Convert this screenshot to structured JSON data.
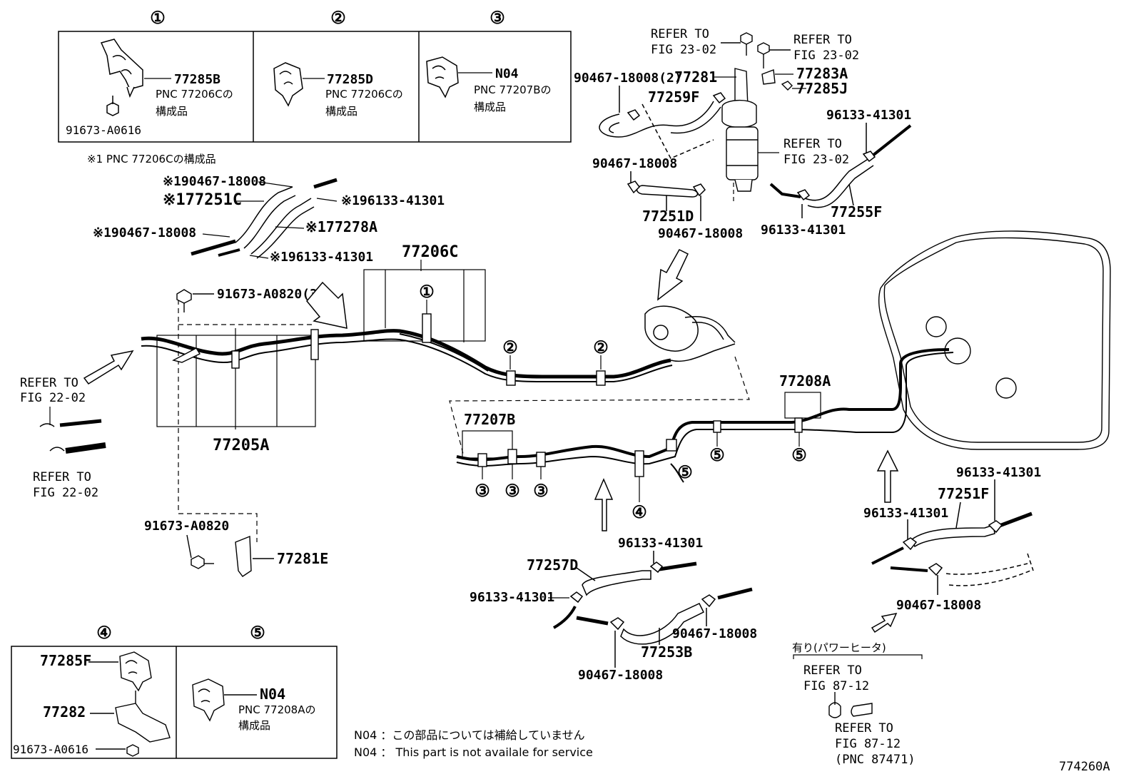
{
  "detail_boxes": {
    "d1": {
      "marker": "①",
      "part": "77285B",
      "sub1": "PNC 77206Cの",
      "sub2": "構成品",
      "bolt": "91673-A0616"
    },
    "d2": {
      "marker": "②",
      "part": "77285D",
      "sub1": "PNC 77206Cの",
      "sub2": "構成品"
    },
    "d3": {
      "marker": "③",
      "part": "N04",
      "sub1": "PNC 77207Bの",
      "sub2": "構成品"
    },
    "d4": {
      "marker": "④",
      "part_a": "77285F",
      "part_b": "77282",
      "bolt": "91673-A0616"
    },
    "d5": {
      "marker": "⑤",
      "part": "N04",
      "sub1": "PNC 77208Aの",
      "sub2": "構成品"
    }
  },
  "footnote": "※1 PNC 77206Cの構成品",
  "labels": {
    "l_90467_18008_star_top": "※190467-18008",
    "l_77251C": "※177251C",
    "l_96133_41301_star_top": "※196133-41301",
    "l_90467_18008_star_mid": "※190467-18008",
    "l_77278A": "※177278A",
    "l_96133_41301_star_bot": "※196133-41301",
    "l_77206C": "77206C",
    "l_91673_A0820_3": "91673-A0820(3)",
    "l_77205A": "77205A",
    "l_91673_A0820": "91673-A0820",
    "l_77281E": "77281E",
    "l_77207B": "77207B",
    "l_77208A": "77208A",
    "l_90467_18008_2": "90467-18008(2)",
    "l_77281": "77281",
    "l_77283A": "77283A",
    "l_77285J": "77285J",
    "l_77259F": "77259F",
    "l_90467_18008_a": "90467-18008",
    "l_77251D": "77251D",
    "l_90467_18008_b": "90467-18008",
    "l_96133_41301_a": "96133-41301",
    "l_77255F": "77255F",
    "l_96133_41301_b": "96133-41301",
    "l_96133_41301_c": "96133-41301",
    "l_77257D": "77257D",
    "l_96133_41301_d": "96133-41301",
    "l_90467_18008_c": "90467-18008",
    "l_77253B": "77253B",
    "l_90467_18008_d": "90467-18008",
    "l_96133_41301_e": "96133-41301",
    "l_77251F": "77251F",
    "l_96133_41301_f": "96133-41301",
    "l_90467_18008_e": "90467-18008",
    "l_power_heater": "有り(パワーヒータ)",
    "diagram_id": "774260A"
  },
  "refs": {
    "r1a": "REFER TO",
    "r1b": "FIG 23-02",
    "r2a": "REFER TO",
    "r2b": "FIG 23-02",
    "r3a": "REFER TO",
    "r3b": "FIG 23-02",
    "r4a": "REFER TO",
    "r4b": "FIG 22-02",
    "r5a": "REFER TO",
    "r5b": "FIG 22-02",
    "r6a": "REFER TO",
    "r6b": "FIG 87-12",
    "r7a": "REFER TO",
    "r7b": "FIG 87-12",
    "r7c": "(PNC 87471)"
  },
  "markers": {
    "m1": "①",
    "m2a": "②",
    "m2b": "②",
    "m3a": "③",
    "m3b": "③",
    "m3c": "③",
    "m4": "④",
    "m5a": "⑤",
    "m5b": "⑤",
    "m5c": "⑤"
  },
  "notes": {
    "n1": "N04 ：この部品については補給していません",
    "n2": "N04 ： This part is not availale for service"
  }
}
